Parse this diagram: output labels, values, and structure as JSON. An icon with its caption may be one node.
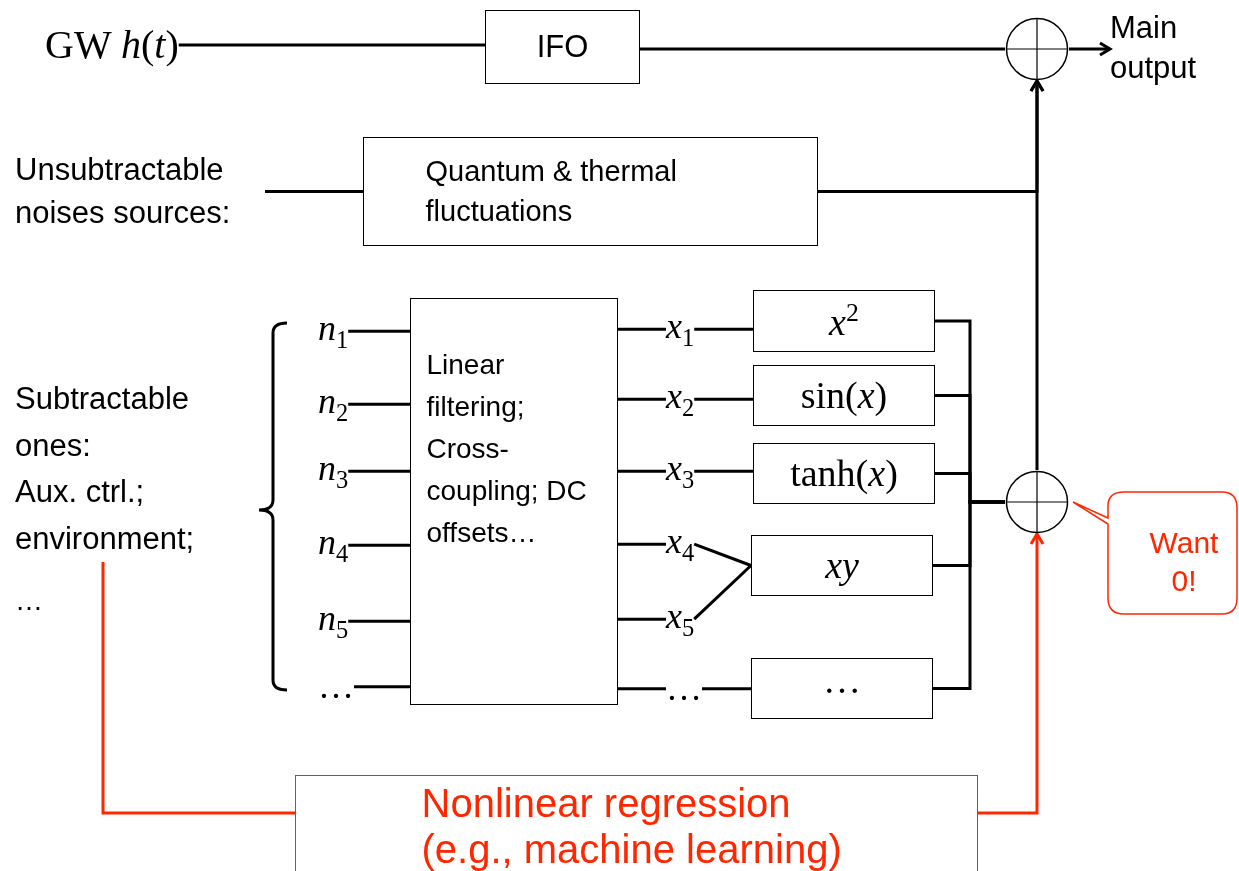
{
  "diagram": {
    "nodes": [
      {
        "text": [
          "GW *h*(*t*)"
        ]
      },
      {
        "text": [
          "IFO"
        ]
      },
      {
        "text": [],
        "shape": "circle"
      },
      {
        "text": [
          "Main output"
        ]
      },
      {
        "text": [
          "Unsubtractable noises sources:"
        ]
      },
      {
        "text": [
          "Quantum & thermal fluctuations"
        ]
      },
      {
        "text": [],
        "shape": "circle"
      },
      {
        "text": [
          "Subtractable ones:",
          "Aux. ctrl.; environment;"
        ]
      },
      {
        "text": [
          "*n*$_{1}$"
        ]
      },
      {
        "text": [
          "*n*$_{2}$"
        ]
      },
      {
        "text": [
          "*n*$_{3}$"
        ]
      },
      {
        "text": [
          "*n*$_{4}$"
        ]
      },
      {
        "text": [
          "*n*$_{5}$"
        ]
      },
      {
        "text": [
          "…"
        ]
      },
      {
        "text": [
          "Linear filtering; Cross-coupling; DC offsets…"
        ]
      },
      {
        "text": [
          "*x*$_{1}$"
        ]
      },
      {
        "text": [
          "*x*$_{2}$"
        ]
      },
      {
        "text": [
          "*x*$_{3}$"
        ]
      },
      {
        "text": [
          "*x*$_{4}$"
        ]
      },
      {
        "text": [
          "*x*$_{5}$"
        ]
      },
      {
        "text": [
          "…"
        ]
      },
      {
        "text": [
          "*x*$^{2}$"
        ]
      },
      {
        "text": [
          "sin(*x*)"
        ]
      },
      {
        "text": [
          "tanh(*x*)"
        ]
      },
      {
        "text": [
          "*xy*"
        ]
      },
      {
        "text": [
          "…"
        ]
      },
      {
        "text": [
          "Nonlinear regression (e.g., machine learning)"
        ]
      },
      {
        "text": [
          "Want 0!"
        ]
      }
    ],
    "edges": [
      {
        "from": 0,
        "to": 1,
        "arrow": "none"
      },
      {
        "from": 1,
        "to": 2,
        "arrow": "none"
      },
      {
        "from": 2,
        "to": 3,
        "arrow": "to"
      },
      {
        "from": 4,
        "to": 5,
        "arrow": "none"
      },
      {
        "from": 5,
        "to": 2,
        "arrow": "to"
      },
      {
        "from": 6,
        "to": 2,
        "arrow": "to"
      },
      {
        "from": 8,
        "to": 14,
        "arrow": "none"
      },
      {
        "from": 9,
        "to": 14,
        "arrow": "none"
      },
      {
        "from": 10,
        "to": 14,
        "arrow": "none"
      },
      {
        "from": 11,
        "to": 14,
        "arrow": "none"
      },
      {
        "from": 12,
        "to": 14,
        "arrow": "none"
      },
      {
        "from": 13,
        "to": 14,
        "arrow": "none"
      },
      {
        "from": 14,
        "to": 15,
        "arrow": "none"
      },
      {
        "from": 14,
        "to": 16,
        "arrow": "none"
      },
      {
        "from": 14,
        "to": 17,
        "arrow": "none"
      },
      {
        "from": 14,
        "to": 18,
        "arrow": "none"
      },
      {
        "from": 14,
        "to": 19,
        "arrow": "none"
      },
      {
        "from": 14,
        "to": 20,
        "arrow": "none"
      },
      {
        "from": 15,
        "to": 21,
        "arrow": "none"
      },
      {
        "from": 16,
        "to": 22,
        "arrow": "none"
      },
      {
        "from": 17,
        "to": 23,
        "arrow": "none"
      },
      {
        "from": 18,
        "to": 24,
        "arrow": "none"
      },
      {
        "from": 19,
        "to": 24,
        "arrow": "none"
      },
      {
        "from": 20,
        "to": 25,
        "arrow": "none"
      },
      {
        "from": 21,
        "to": 6,
        "arrow": "none"
      },
      {
        "from": 22,
        "to": 6,
        "arrow": "none"
      },
      {
        "from": 23,
        "to": 6,
        "arrow": "none"
      },
      {
        "from": 24,
        "to": 6,
        "arrow": "none"
      },
      {
        "from": 25,
        "to": 6,
        "arrow": "none"
      },
      {
        "from": 7,
        "to": 26,
        "arrow": "none",
        "color": "#ff2600"
      },
      {
        "from": 26,
        "to": 6,
        "arrow": "to",
        "color": "#ff2600"
      }
    ],
    "labels": [
      "…"
    ]
  }
}
